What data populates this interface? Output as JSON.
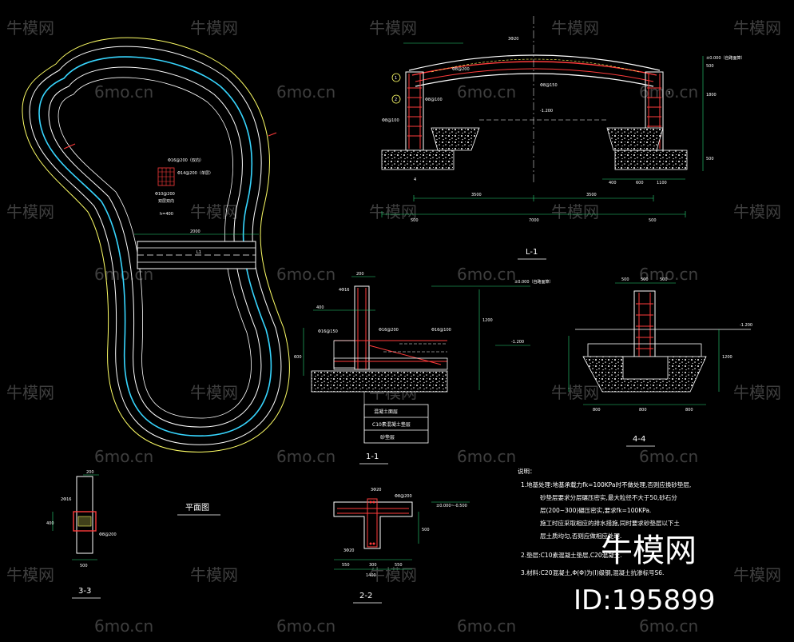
{
  "colors": {
    "background": "#000000",
    "concrete": "#ffffff",
    "rebar": "#ff3b3b",
    "dimension": "#2bd97a",
    "outline": "#ffff66",
    "pool_line": "#37d6ff",
    "watermark": "#8a8a8a"
  },
  "plan": {
    "title": "平面图",
    "rebar_1": "Φ16@200（双向）",
    "rebar_2": "Φ14@200（单层）",
    "rebar_3": "Φ10@200",
    "rebar_4": "双层双向",
    "thickness": "h=400",
    "bridge_dim": "2000",
    "bridge_tag": "L1"
  },
  "l1": {
    "title": "L-1",
    "top_bar": "3Φ20",
    "bar_a": "Φ8@200",
    "bar_b": "Φ8@150",
    "bar_c": "Φ8@100",
    "elev_top": "±0.000（自路面算）",
    "elev_low": "-1.200",
    "dim_3500_l": "3500",
    "dim_3500_r": "3500",
    "dim_7000": "7000",
    "dim_500_l": "500",
    "dim_500_r": "500",
    "dim_400": "400",
    "dim_600": "600",
    "dim_1100": "1100",
    "dim_v1": "500",
    "dim_v2": "1800",
    "dim_v3": "500",
    "marker_1": "1",
    "marker_2": "2",
    "marker_3": "3",
    "marker_4": "4"
  },
  "s11": {
    "title": "1-1",
    "bar_top": "4Φ16",
    "bar_left": "Φ16@150",
    "bar_mid": "Φ16@200",
    "bar_right": "Φ16@100",
    "elev_top": "±0.000（自路面算）",
    "elev_low": "-1.200",
    "dim_1200": "1200",
    "dim_200": "200",
    "dim_400": "400",
    "dim_600": "600",
    "layer_1": "混凝土面层",
    "layer_2": "C10素混凝土垫层",
    "layer_3": "砂垫层"
  },
  "s44": {
    "title": "4-4",
    "elev_low": "-1.200",
    "dim_500": "500",
    "dim_800": "800",
    "dim_1200": "1200"
  },
  "s33": {
    "title": "3-3",
    "dim_500": "500",
    "dim_200": "200",
    "dim_400": "400",
    "bar_1": "2Φ16",
    "bar_2": "Φ8@200"
  },
  "s22": {
    "title": "2-2",
    "bar_top": "3Φ20",
    "bar_bot": "3Φ20",
    "bar_side": "Φ8@200",
    "elev": "±0.000~-0.500",
    "dim_550_l": "550",
    "dim_300": "300",
    "dim_550_r": "550",
    "dim_1400": "1400",
    "dim_500": "500"
  },
  "notes": {
    "heading": "说明：",
    "n1": "1.地基处理:地基承载力fk=100KPa时不做处理,否则应换砂垫层,",
    "n1b": "砂垫层要求分层碾压密实,最大粒径不大于50,砂石分",
    "n1c": "层(200~300)碾压密实,要求fk=100KPa.",
    "n1d": "施工时应采取相应的排水措施,同时要求砂垫层以下土",
    "n1e": "层土质均匀,否则应做相应处理.",
    "n2": "2.垫层:C10素混凝土垫层,C20混凝土.",
    "n3": "3.材料:C20混凝土,Φ(Φ)为(I)级钢,混凝土抗渗标号S6."
  },
  "brand": {
    "name": "牛模网",
    "id": "ID:195899"
  },
  "watermarks": {
    "logo": "牛模网",
    "site": "6mo.cn"
  }
}
